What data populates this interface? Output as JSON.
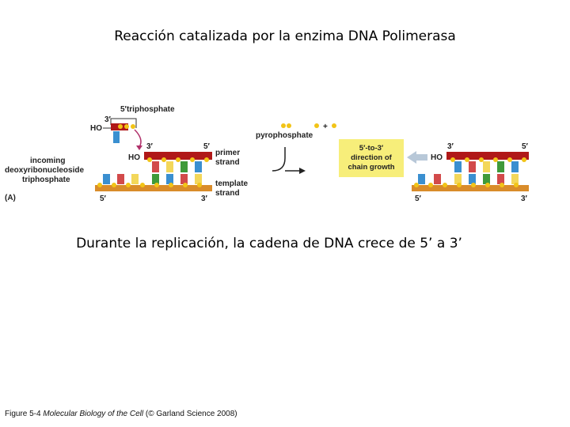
{
  "title": "Reacción catalizada por la enzima DNA Polimerasa",
  "subtitle": "Durante la replicación, la cadena de DNA crece de 5’ a 3’",
  "caption": {
    "prefix": "Figure 5-4",
    "book": "Molecular Biology of the Cell",
    "suffix": "(© Garland Science 2008)"
  },
  "diagram": {
    "triphosphate_label": "5′triphosphate",
    "three_prime": "3′",
    "five_prime": "5′",
    "ho": "HO",
    "incoming_lines": [
      "incoming",
      "deoxyribonucleoside",
      "triphosphate"
    ],
    "panel_label": "(A)",
    "primer_lines": [
      "primer",
      "strand"
    ],
    "template_lines": [
      "template",
      "strand"
    ],
    "pyrophosphate": "pyrophosphate",
    "plus": "+",
    "direction_lines": [
      "5′-to-3′",
      "direction of",
      "chain growth"
    ],
    "colors": {
      "backbone_red": "#b01818",
      "backbone_orange": "#d98c2a",
      "phosphate_yellow": "#f2c417",
      "base_blue": "#3a8fd0",
      "base_green": "#3f9a3a",
      "base_yellow": "#f3d75a",
      "base_red": "#d24a4a",
      "highlight_box": "#f7ee7a"
    }
  }
}
